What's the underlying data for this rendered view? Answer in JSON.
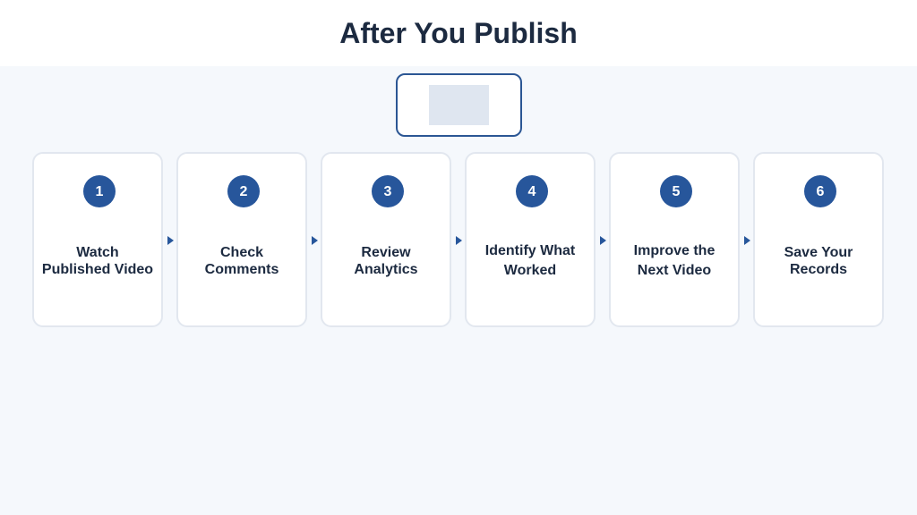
{
  "title": "After You Publish",
  "steps": [
    {
      "number": "1",
      "label": "Watch Published Video"
    },
    {
      "number": "2",
      "label": "Check Comments"
    },
    {
      "number": "3",
      "label": "Review Analytics"
    },
    {
      "number": "4",
      "label": "Identify What Worked"
    },
    {
      "number": "5",
      "label": "Improve the Next Video"
    },
    {
      "number": "6",
      "label": "Save Your Records"
    }
  ],
  "colors": {
    "accent": "#27569b",
    "title": "#1c2a40",
    "background": "#f5f8fc",
    "card_border": "#e2e7ef"
  }
}
